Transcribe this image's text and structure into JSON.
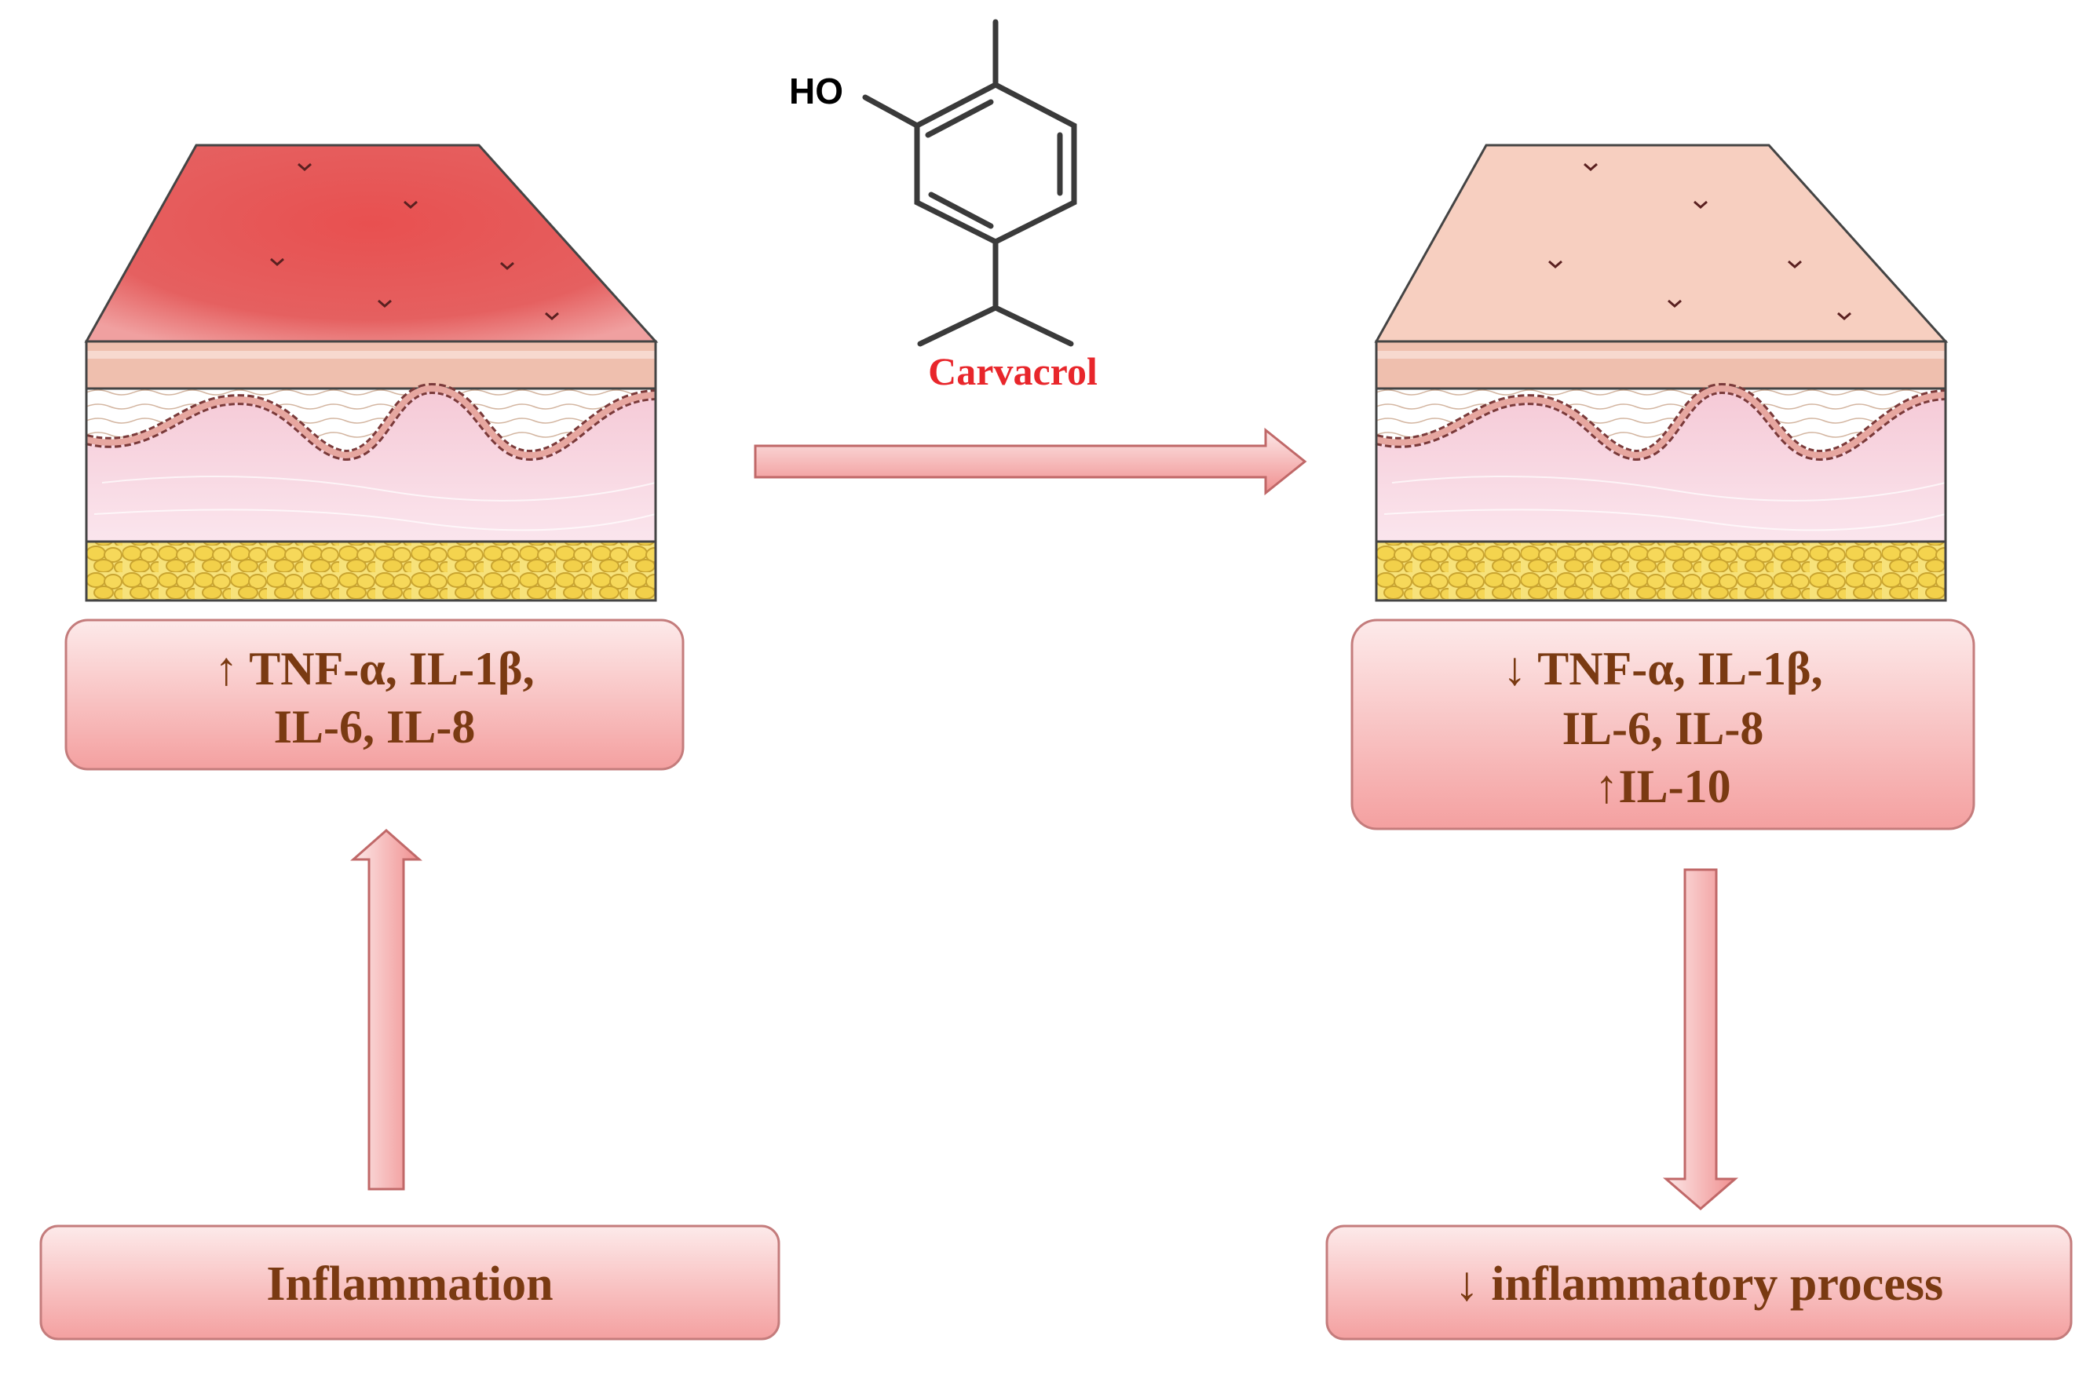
{
  "molecule": {
    "hydroxyl_label": "HO",
    "name": "Carvacrol",
    "name_color": "#e8262b"
  },
  "left_box": {
    "line1": "↑ TNF-α, IL-1β,",
    "line2": "IL-6, IL-8"
  },
  "right_box": {
    "line1": "↓ TNF-α, IL-1β,",
    "line2": "IL-6, IL-8",
    "line3": "↑IL-10"
  },
  "bottom_left_box": {
    "label": "Inflammation"
  },
  "bottom_right_box": {
    "label": "↓ inflammatory process"
  },
  "colors": {
    "box_fill_top": "#fbe3e3",
    "box_fill_bottom": "#f4a3a3",
    "box_stroke": "#c47c7c",
    "text": "#7a3a12",
    "inflamed_skin": "#e35a5a",
    "healthy_skin": "#f7cfc0",
    "fat": "#f3d35a"
  }
}
